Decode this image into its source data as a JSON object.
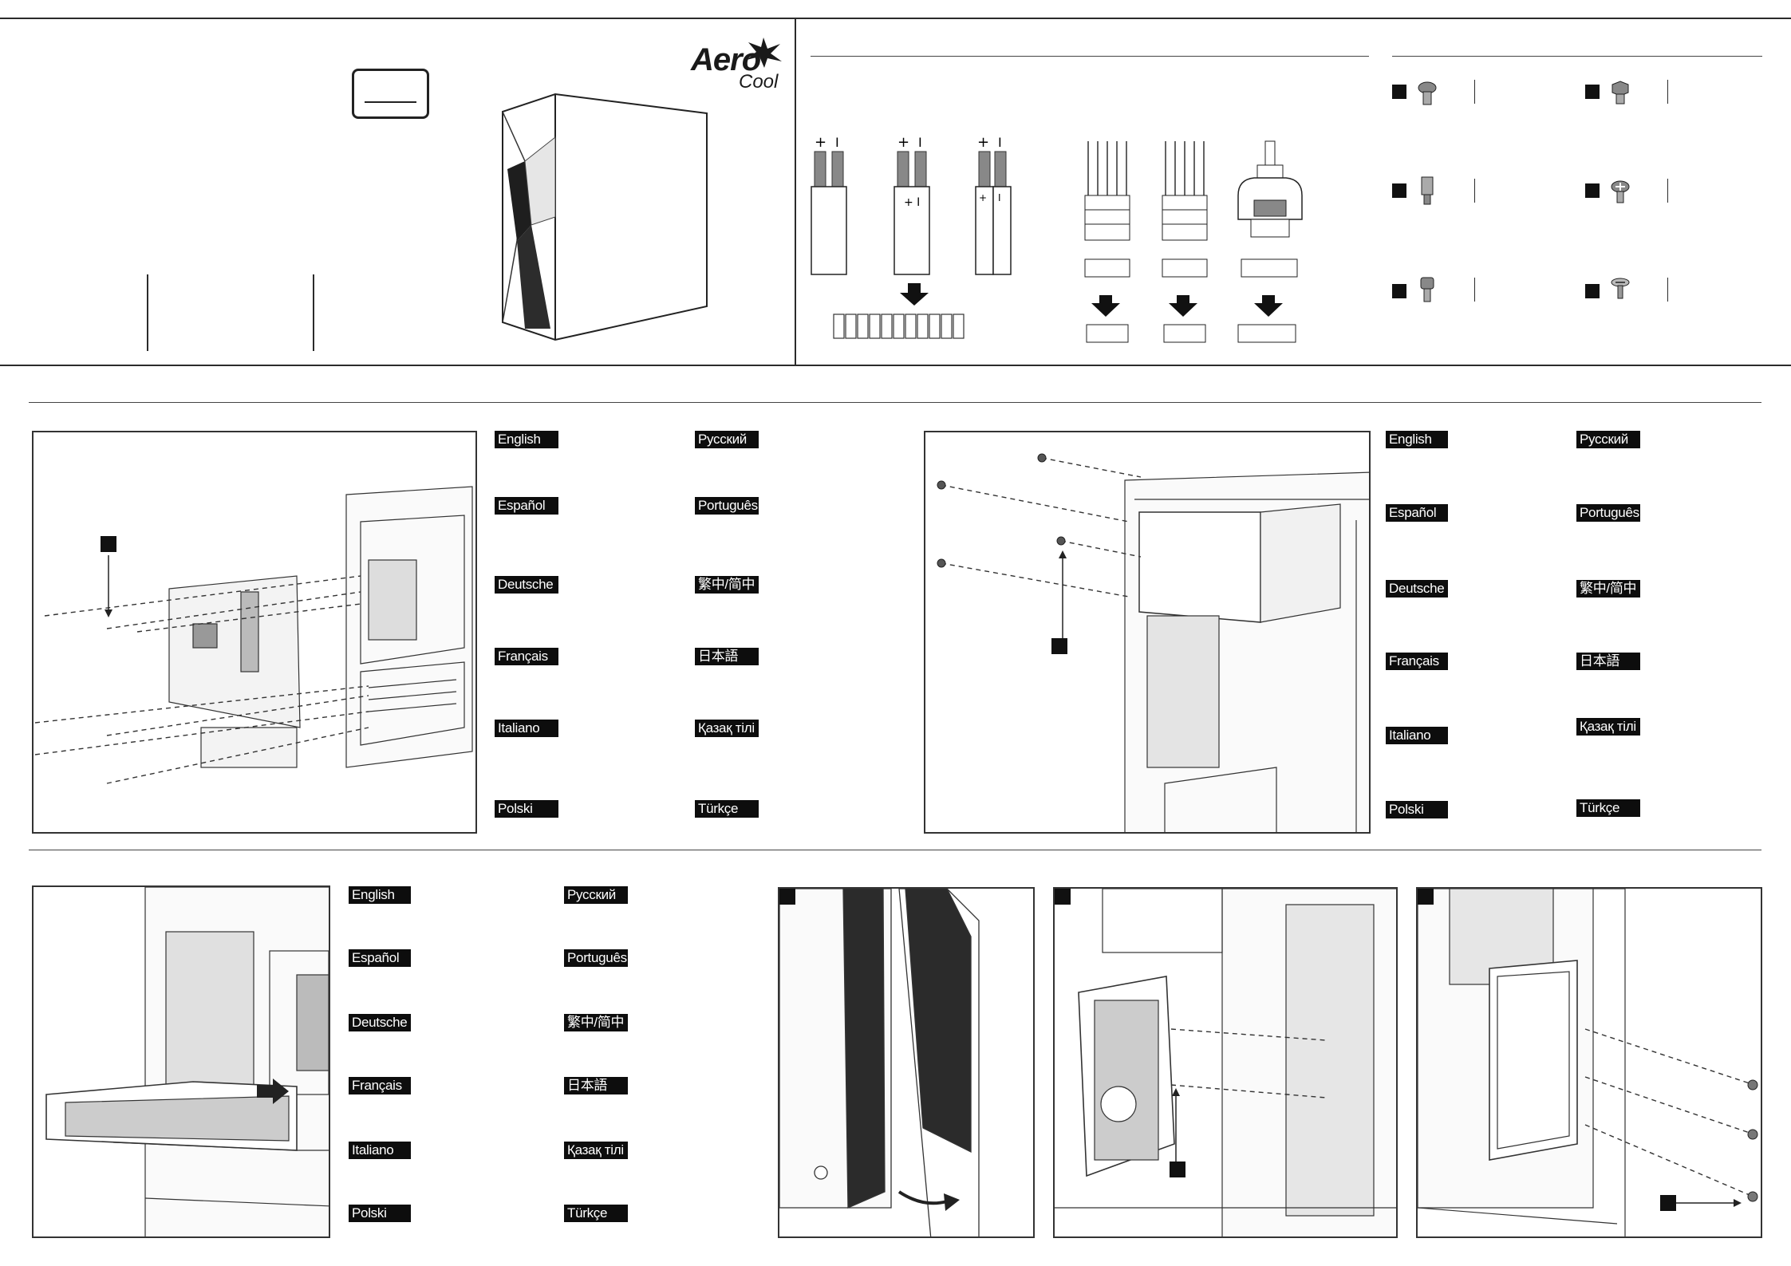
{
  "brand": {
    "name_part1": "Aero",
    "name_part2": "Cool"
  },
  "languages": [
    "English",
    "Español",
    "Deutsche",
    "Français",
    "Italiano",
    "Polski",
    "Русский",
    "Português",
    "繁中/简中",
    "日本語",
    "Қазақ тілі",
    "Türkçe"
  ],
  "accessory_markers": [
    "",
    "",
    "",
    "",
    "",
    ""
  ],
  "connector_polarity": {
    "plus": "+",
    "minus": "I"
  }
}
